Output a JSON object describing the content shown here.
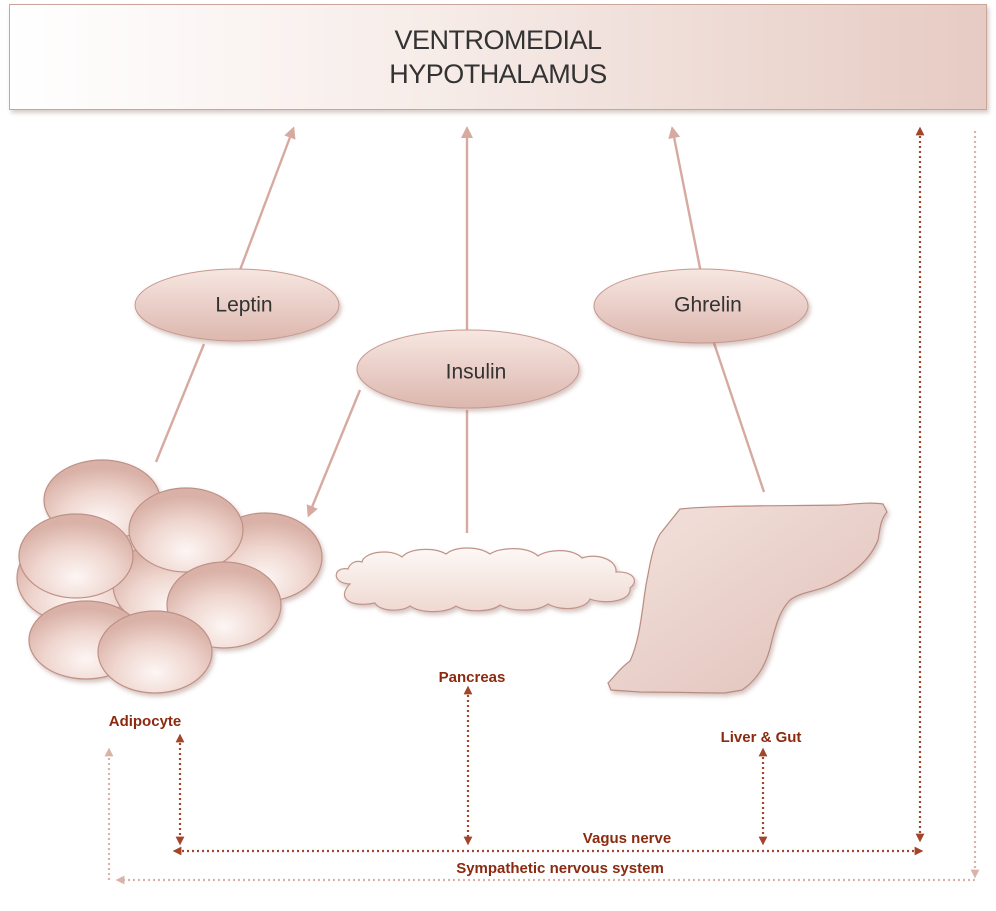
{
  "header": {
    "line1": "VENTROMEDIAL",
    "line2": "HYPOTHALAMUS"
  },
  "hormones": {
    "leptin": "Leptin",
    "insulin": "Insulin",
    "ghrelin": "Ghrelin"
  },
  "organs": {
    "adipocyte": "Adipocyte",
    "pancreas": "Pancreas",
    "liver_gut": "Liver & Gut"
  },
  "nerves": {
    "vagus": "Vagus nerve",
    "sympathetic": "Sympathetic nervous system"
  },
  "colors": {
    "hormone_arrow": "#d6aaa0",
    "nerve_dark": "#a2452b",
    "nerve_light": "#d9b3a8",
    "label_red": "#8c2a10",
    "shape_fill": "#ecd0c9"
  }
}
